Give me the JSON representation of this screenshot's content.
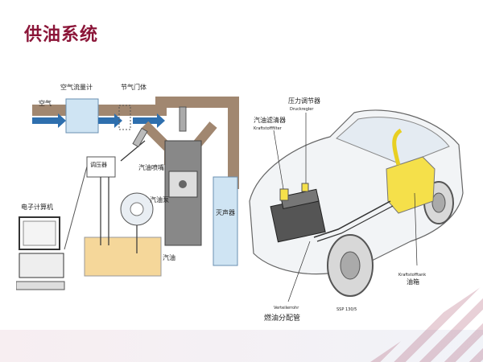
{
  "slide": {
    "title": "供油系统"
  },
  "left_diagram": {
    "labels": {
      "air": "空气",
      "air_flow_meter": "空气流量计",
      "throttle": "节气门体",
      "pressure_regulator": "调压器",
      "injector": "汽油喷嘴",
      "fuel_pump": "汽油泵",
      "ecu": "电子计算机",
      "muffler": "灭声器",
      "fuel": "汽油"
    }
  },
  "right_diagram": {
    "labels": {
      "pressure_regulator_cn": "压力调节器",
      "pressure_regulator_de": "Druckregler",
      "fuel_filter_cn": "汽油滤清器",
      "fuel_filter_de": "Kraftstofffilter",
      "fuel_tank_de": "Kraftstofftank",
      "fuel_tank_cn": "油箱",
      "distributor_de": "Verteilerrohr",
      "distributor_cn": "燃油分配管",
      "ssp_code": "SSP 130/5"
    }
  },
  "colors": {
    "title": "#8b1538",
    "pipe": "#a18770",
    "air_arrow": "#2e6fae",
    "fuel": "#f5d79a",
    "tank": "#f5e04a"
  }
}
